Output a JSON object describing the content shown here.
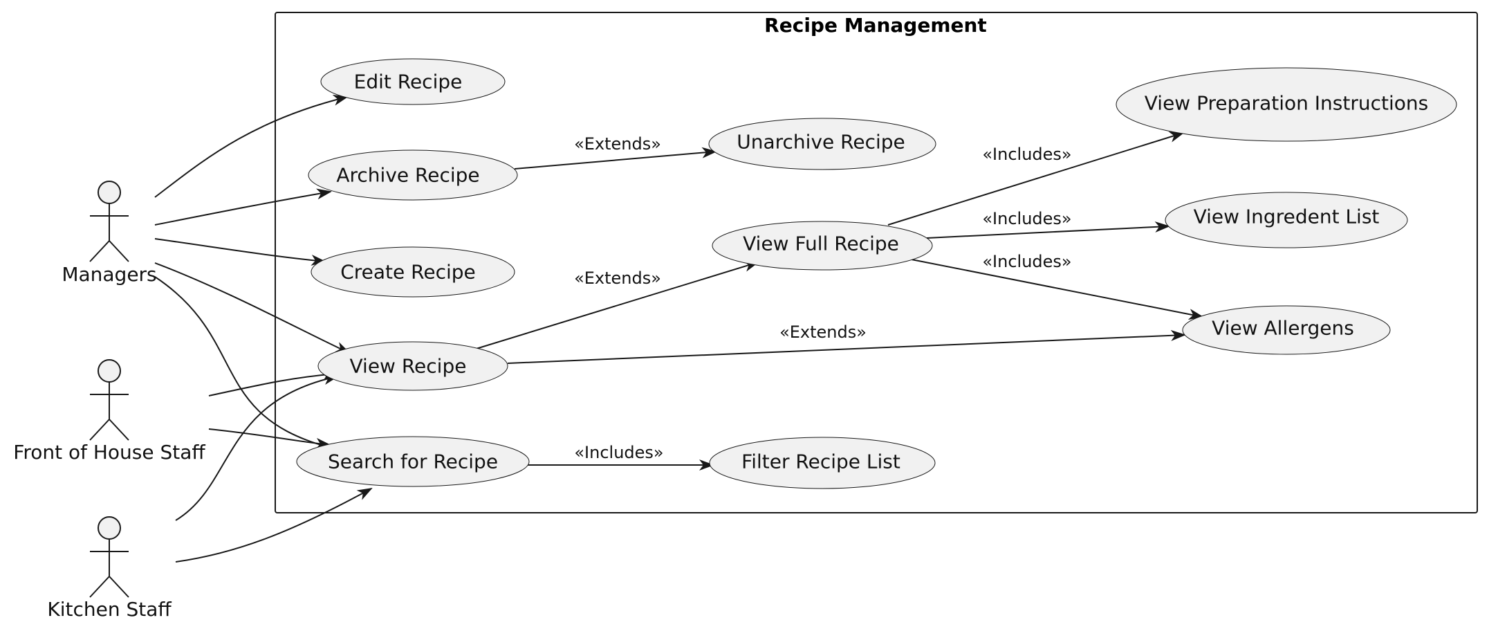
{
  "system": {
    "title": "Recipe Management"
  },
  "actors": [
    {
      "id": "managers",
      "label": "Managers"
    },
    {
      "id": "foh",
      "label": "Front of House Staff"
    },
    {
      "id": "kitchen",
      "label": "Kitchen Staff"
    }
  ],
  "use_cases": [
    {
      "id": "edit",
      "label": "Edit Recipe"
    },
    {
      "id": "archive",
      "label": "Archive Recipe"
    },
    {
      "id": "create",
      "label": "Create Recipe"
    },
    {
      "id": "view",
      "label": "View Recipe"
    },
    {
      "id": "search",
      "label": "Search for Recipe"
    },
    {
      "id": "unarchive",
      "label": "Unarchive Recipe"
    },
    {
      "id": "viewfull",
      "label": "View Full Recipe"
    },
    {
      "id": "filter",
      "label": "Filter Recipe List"
    },
    {
      "id": "prep",
      "label": "View Preparation Instructions"
    },
    {
      "id": "ingred",
      "label": "View Ingredent List"
    },
    {
      "id": "allerg",
      "label": "View Allergens"
    }
  ],
  "relations": [
    {
      "from": "managers",
      "to": "edit",
      "label": ""
    },
    {
      "from": "managers",
      "to": "archive",
      "label": ""
    },
    {
      "from": "managers",
      "to": "create",
      "label": ""
    },
    {
      "from": "managers",
      "to": "view",
      "label": ""
    },
    {
      "from": "managers",
      "to": "search",
      "label": ""
    },
    {
      "from": "foh",
      "to": "view",
      "label": ""
    },
    {
      "from": "foh",
      "to": "search",
      "label": ""
    },
    {
      "from": "kitchen",
      "to": "view",
      "label": ""
    },
    {
      "from": "kitchen",
      "to": "search",
      "label": ""
    },
    {
      "from": "archive",
      "to": "unarchive",
      "label": "«Extends»"
    },
    {
      "from": "view",
      "to": "viewfull",
      "label": "«Extends»"
    },
    {
      "from": "view",
      "to": "allerg",
      "label": "«Extends»"
    },
    {
      "from": "viewfull",
      "to": "prep",
      "label": "«Includes»"
    },
    {
      "from": "viewfull",
      "to": "ingred",
      "label": "«Includes»"
    },
    {
      "from": "viewfull",
      "to": "allerg",
      "label": "«Includes»"
    },
    {
      "from": "search",
      "to": "filter",
      "label": "«Includes»"
    }
  ],
  "colors": {
    "fill": "#f1f1f1",
    "stroke": "#181818",
    "text": "#111111"
  }
}
